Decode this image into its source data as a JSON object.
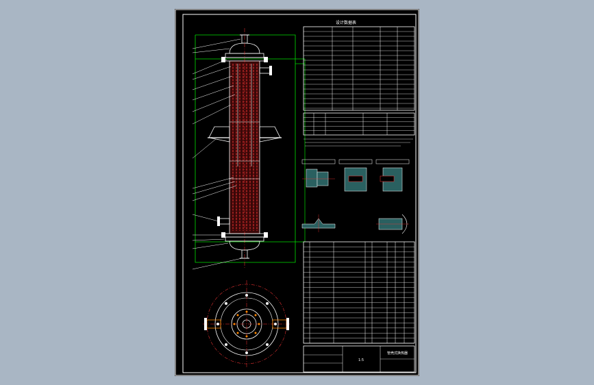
{
  "colors": {
    "background": "#a9b6c4",
    "canvas": "#000000",
    "frame": "#ffffff",
    "outline": "#00e000",
    "tubes": "#e03030",
    "text": "#ffffff",
    "centerline": "#ff3030"
  },
  "design_table": {
    "title": "设计数据表"
  },
  "title_block": {
    "drawing_title": "管壳式换热器",
    "scale": "1:5"
  }
}
